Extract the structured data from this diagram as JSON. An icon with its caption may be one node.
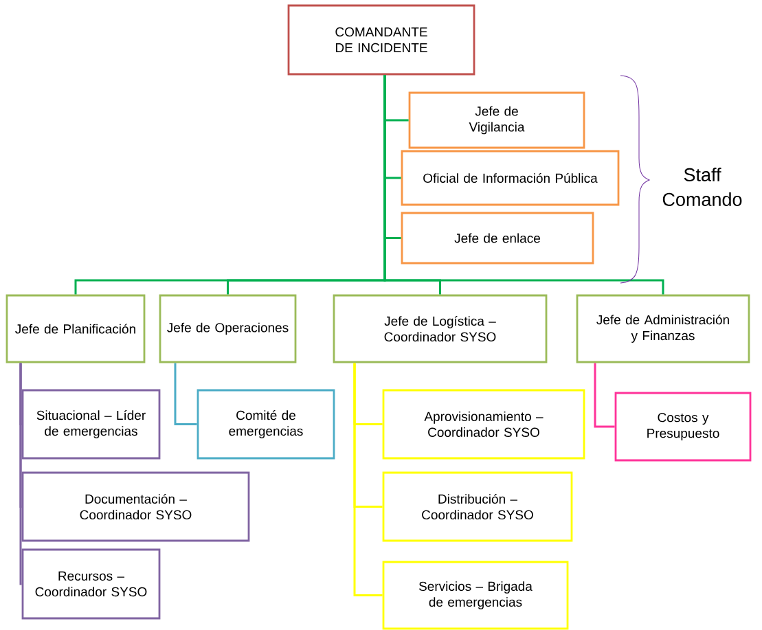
{
  "diagram": {
    "nodes": [
      {
        "text": [
          "COMANDANTE DE INCIDENTE"
        ]
      },
      {
        "text": [
          "Jefe de Vigilancia"
        ]
      },
      {
        "text": [
          "Oficial de Información Pública"
        ]
      },
      {
        "text": [
          "Jefe de enlace"
        ]
      },
      {
        "text": [
          "Jefe de Planificación"
        ]
      },
      {
        "text": [
          "Jefe de Operaciones"
        ]
      },
      {
        "text": [
          "Jefe de Logística – Coordinador SYSO"
        ]
      },
      {
        "text": [
          "Jefe de Administración y Finanzas"
        ]
      },
      {
        "text": [
          "Situacional – Líder de emergencias"
        ]
      },
      {
        "text": [
          "Documentación – Coordinador SYSO"
        ]
      },
      {
        "text": [
          "Recursos – Coordinador SYSO"
        ]
      },
      {
        "text": [
          "Comité de emergencias"
        ]
      },
      {
        "text": [
          "Aprovisionamiento – Coordinador SYSO"
        ]
      },
      {
        "text": [
          "Distribución – Coordinador SYSO"
        ]
      },
      {
        "text": [
          "Servicios – Brigada de emergencias"
        ]
      },
      {
        "text": [
          "Costos y Presupuesto"
        ]
      }
    ],
    "edges": [
      {
        "from": 0,
        "to": 1,
        "arrow": "none",
        "color": "#00b050"
      },
      {
        "from": 0,
        "to": 2,
        "arrow": "none",
        "color": "#00b050"
      },
      {
        "from": 0,
        "to": 3,
        "arrow": "none",
        "color": "#00b050"
      },
      {
        "from": 0,
        "to": 4,
        "arrow": "none",
        "color": "#00b050"
      },
      {
        "from": 0,
        "to": 5,
        "arrow": "none",
        "color": "#00b050"
      },
      {
        "from": 0,
        "to": 6,
        "arrow": "none",
        "color": "#00b050"
      },
      {
        "from": 0,
        "to": 7,
        "arrow": "none",
        "color": "#00b050"
      },
      {
        "from": 4,
        "to": 8,
        "arrow": "none",
        "color": "#8064a2"
      },
      {
        "from": 4,
        "to": 9,
        "arrow": "none",
        "color": "#8064a2"
      },
      {
        "from": 4,
        "to": 10,
        "arrow": "none",
        "color": "#8064a2"
      },
      {
        "from": 5,
        "to": 11,
        "arrow": "none",
        "color": "#4bacc6"
      },
      {
        "from": 6,
        "to": 12,
        "arrow": "none",
        "color": "#ffff00"
      },
      {
        "from": 6,
        "to": 13,
        "arrow": "none",
        "color": "#ffff00"
      },
      {
        "from": 6,
        "to": 14,
        "arrow": "none",
        "color": "#ffff00"
      },
      {
        "from": 7,
        "to": 15,
        "arrow": "none",
        "color": "#ff3399"
      }
    ],
    "labels": [
      "Staff Comando"
    ]
  }
}
